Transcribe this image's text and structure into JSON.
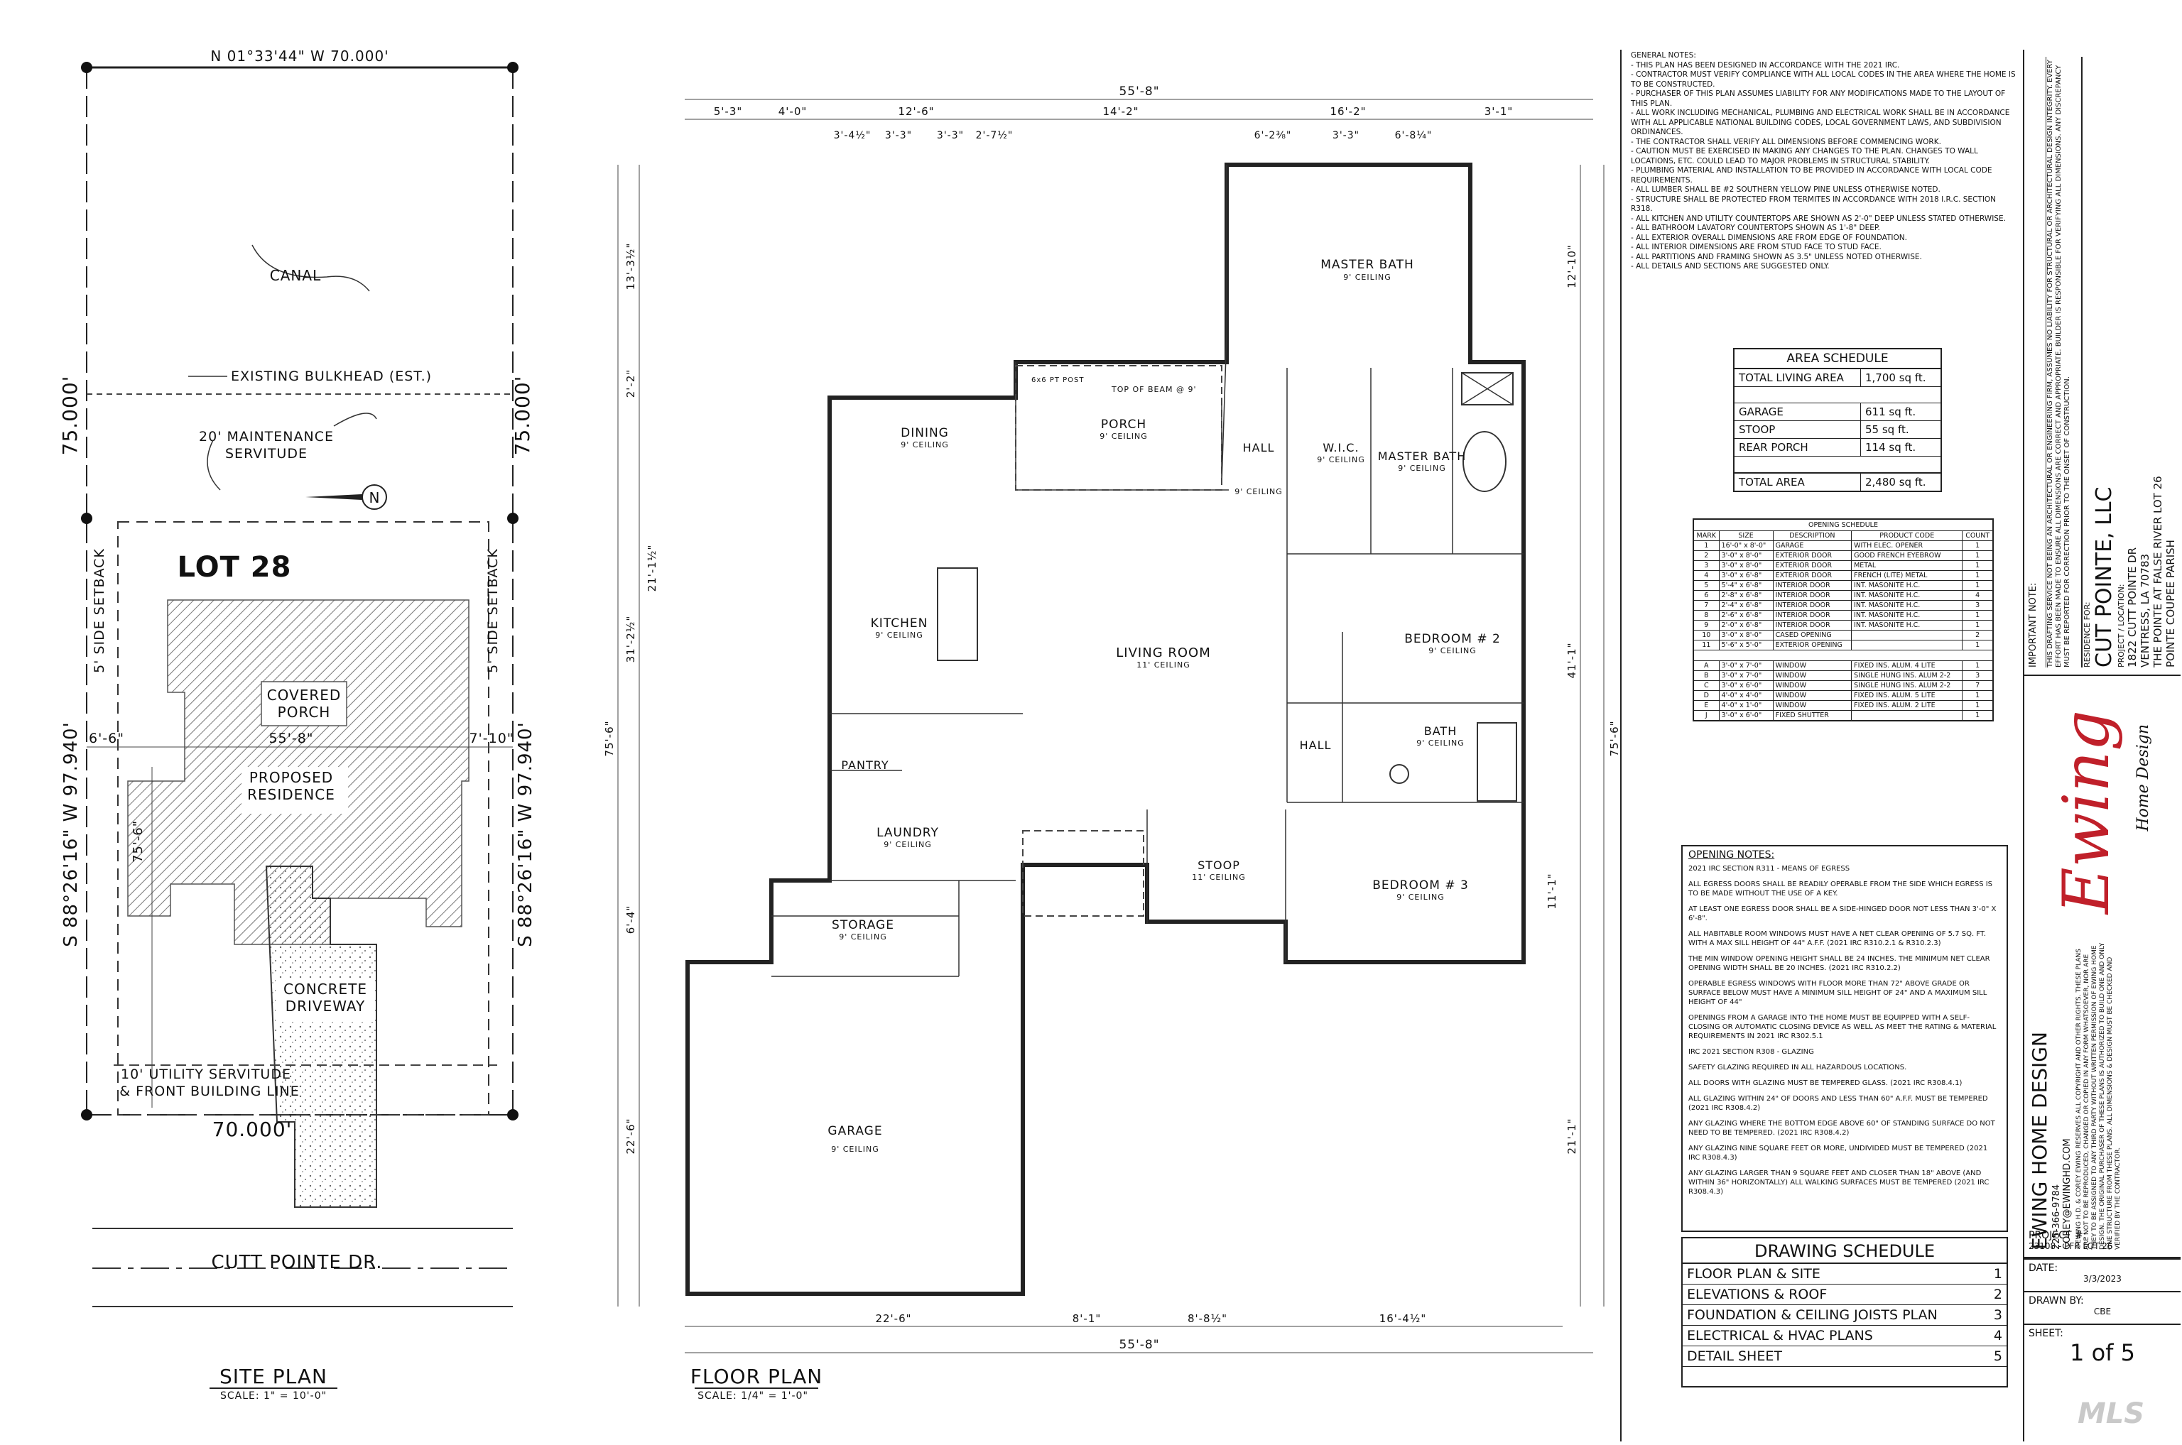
{
  "site": {
    "top_bearing": "N 01°33'44\" W 70.000'",
    "canal": "CANAL",
    "bulkhead": "EXISTING BULKHEAD (EST.)",
    "maintenance": [
      "20' MAINTENANCE",
      "SERVITUDE"
    ],
    "left_dim": "75.000'",
    "right_dim": "75.000'",
    "lot": "LOT 28",
    "side_setback_left": "5' SIDE SETBACK",
    "side_setback_right": "5' SIDE SETBACK",
    "left_bearing": "S 88°26'16\" W 97.940'",
    "right_bearing": "S 88°26'16\" W 97.940'",
    "covered_porch": [
      "COVERED",
      "PORCH"
    ],
    "proposed": [
      "PROPOSED",
      "RESIDENCE"
    ],
    "width": "55'-8\"",
    "offset_left": "6'-6\"",
    "offset_right": "7'-10\"",
    "depth": "75'-6\"",
    "driveway": [
      "CONCRETE",
      "DRIVEWAY"
    ],
    "utility": [
      "10' UTILITY SERVITUDE",
      "& FRONT BUILDING LINE"
    ],
    "bottom_dim": "70.000'",
    "street": "CUTT POINTE DR.",
    "title": "SITE PLAN",
    "scale": "SCALE: 1\" = 10'-0\""
  },
  "floor": {
    "overall_top": "55'-8\"",
    "top_dims": [
      "5'-3\"",
      "4'-0\"",
      "12'-6\"",
      "14'-2\"",
      "16'-2\"",
      "3'-1\""
    ],
    "top_sub_dims": [
      "3'-4½\"",
      "3'-3\"",
      "3'-3\"",
      "2'-7½\"",
      "6'-2⅜\"",
      "3'-3\"",
      "6'-8¼\""
    ],
    "left_dims": [
      "13'-3½\"",
      "2'-2\"",
      "21'-1½\"",
      "31'-2½\"",
      "75'-6\"",
      "6'-4\"",
      "22'-6\""
    ],
    "right_dims": [
      "12'-10\"",
      "75'-6\"",
      "41'-1\"",
      "21'-1\"",
      "11'-1\""
    ],
    "bottom_dims": [
      "22'-6\"",
      "8'-1\"",
      "8'-8½\"",
      "16'-4½\""
    ],
    "overall_bottom": "55'-8\"",
    "rooms": [
      {
        "name": "MASTER BATH",
        "ceil": "9' CEILING"
      },
      {
        "name": "PORCH",
        "ceil": "9' CEILING"
      },
      {
        "name": "DINING",
        "ceil": "9' CEILING"
      },
      {
        "name": "HALL",
        "ceil": "9' CEILING"
      },
      {
        "name": "W.I.C.",
        "ceil": "9' CEILING"
      },
      {
        "name": "MASTER BATH",
        "ceil": "9' CEILING"
      },
      {
        "name": "KITCHEN",
        "ceil": "9' CEILING"
      },
      {
        "name": "LIVING ROOM",
        "ceil": "11' CEILING"
      },
      {
        "name": "BEDROOM # 2",
        "ceil": "9' CEILING"
      },
      {
        "name": "PANTRY",
        "ceil": ""
      },
      {
        "name": "BATH",
        "ceil": "9' CEILING"
      },
      {
        "name": "HALL",
        "ceil": ""
      },
      {
        "name": "LAUNDRY",
        "ceil": "9' CEILING"
      },
      {
        "name": "STOOP",
        "ceil": "11' CEILING"
      },
      {
        "name": "BEDROOM # 3",
        "ceil": "9' CEILING"
      },
      {
        "name": "STORAGE",
        "ceil": "9' CEILING"
      },
      {
        "name": "GARAGE",
        "ceil": "9' CEILING"
      }
    ],
    "beam": "TOP OF BEAM @ 9'",
    "post": "6x6 PT POST",
    "title": "FLOOR PLAN",
    "scale": "SCALE: 1/4\" = 1'-0\""
  },
  "general_notes": {
    "heading": "GENERAL NOTES:",
    "lines": [
      "- THIS PLAN HAS BEEN DESIGNED IN ACCORDANCE WITH THE 2021 IRC.",
      "- CONTRACTOR MUST VERIFY COMPLIANCE WITH ALL LOCAL CODES IN THE AREA WHERE THE HOME IS TO BE CONSTRUCTED.",
      "- PURCHASER OF THIS PLAN ASSUMES LIABILITY FOR ANY MODIFICATIONS MADE TO THE LAYOUT OF THIS PLAN.",
      "- ALL WORK INCLUDING MECHANICAL, PLUMBING AND ELECTRICAL WORK SHALL BE IN ACCORDANCE WITH ALL APPLICABLE NATIONAL BUILDING CODES, LOCAL GOVERNMENT LAWS, AND SUBDIVISION ORDINANCES.",
      "- THE CONTRACTOR SHALL VERIFY ALL DIMENSIONS BEFORE COMMENCING WORK.",
      "- CAUTION MUST BE EXERCISED IN MAKING ANY CHANGES TO THE PLAN. CHANGES TO WALL LOCATIONS, ETC. COULD LEAD TO MAJOR PROBLEMS IN STRUCTURAL STABILITY.",
      "- PLUMBING MATERIAL AND INSTALLATION TO BE PROVIDED IN ACCORDANCE WITH LOCAL CODE REQUIREMENTS.",
      "- ALL LUMBER SHALL BE #2 SOUTHERN YELLOW PINE UNLESS OTHERWISE NOTED.",
      "- STRUCTURE SHALL BE PROTECTED FROM TERMITES IN ACCORDANCE WITH 2018 I.R.C. SECTION R318.",
      "- ALL KITCHEN AND UTILITY COUNTERTOPS ARE SHOWN AS 2'-0\" DEEP UNLESS STATED OTHERWISE.",
      "- ALL BATHROOM LAVATORY COUNTERTOPS SHOWN AS 1'-8\" DEEP.",
      "- ALL EXTERIOR OVERALL DIMENSIONS ARE FROM EDGE OF FOUNDATION.",
      "- ALL INTERIOR DIMENSIONS ARE FROM STUD FACE TO STUD FACE.",
      "- ALL PARTITIONS AND FRAMING SHOWN AS 3.5\" UNLESS NOTED OTHERWISE.",
      "- ALL DETAILS AND SECTIONS ARE SUGGESTED ONLY."
    ]
  },
  "area_schedule": {
    "title": "AREA SCHEDULE",
    "rows": [
      {
        "label": "TOTAL LIVING AREA",
        "value": "1,700 sq ft."
      },
      {
        "label": "GARAGE",
        "value": "611 sq ft."
      },
      {
        "label": "STOOP",
        "value": "55 sq ft."
      },
      {
        "label": "REAR PORCH",
        "value": "114 sq ft."
      },
      {
        "label": "TOTAL AREA",
        "value": "2,480 sq ft."
      }
    ]
  },
  "opening_schedule": {
    "title": "OPENING SCHEDULE",
    "headers": [
      "MARK",
      "SIZE",
      "DESCRIPTION",
      "PRODUCT CODE",
      "COUNT"
    ],
    "rows": [
      [
        "1",
        "16'-0\" x 8'-0\"",
        "GARAGE",
        "WITH ELEC. OPENER",
        "1"
      ],
      [
        "2",
        "3'-0\" x 8'-0\"",
        "EXTERIOR DOOR",
        "GOOD FRENCH EYEBROW",
        "1"
      ],
      [
        "3",
        "3'-0\" x 8'-0\"",
        "EXTERIOR DOOR",
        "METAL",
        "1"
      ],
      [
        "4",
        "3'-0\" x 6'-8\"",
        "EXTERIOR DOOR",
        "FRENCH (LITE) METAL",
        "1"
      ],
      [
        "5",
        "5'-4\" x 6'-8\"",
        "INTERIOR DOOR",
        "INT. MASONITE H.C.",
        "1"
      ],
      [
        "6",
        "2'-8\" x 6'-8\"",
        "INTERIOR DOOR",
        "INT. MASONITE H.C.",
        "4"
      ],
      [
        "7",
        "2'-4\" x 6'-8\"",
        "INTERIOR DOOR",
        "INT. MASONITE H.C.",
        "3"
      ],
      [
        "8",
        "2'-6\" x 6'-8\"",
        "INTERIOR DOOR",
        "INT. MASONITE H.C.",
        "1"
      ],
      [
        "9",
        "2'-0\" x 6'-8\"",
        "INTERIOR DOOR",
        "INT. MASONITE H.C.",
        "1"
      ],
      [
        "10",
        "3'-0\" x 8'-0\"",
        "CASED OPENING",
        "",
        "2"
      ],
      [
        "11",
        "5'-6\" x 5'-0\"",
        "EXTERIOR OPENING",
        "",
        "1"
      ],
      [
        "A",
        "3'-0\" x 7'-0\"",
        "WINDOW",
        "FIXED INS. ALUM. 4 LITE",
        "1"
      ],
      [
        "B",
        "3'-0\" x 7'-0\"",
        "WINDOW",
        "SINGLE HUNG INS. ALUM 2-2",
        "3"
      ],
      [
        "C",
        "3'-0\" x 6'-0\"",
        "WINDOW",
        "SINGLE HUNG INS. ALUM 2-2",
        "7"
      ],
      [
        "D",
        "4'-0\" x 4'-0\"",
        "WINDOW",
        "FIXED INS. ALUM. 5 LITE",
        "1"
      ],
      [
        "E",
        "4'-0\" x 1'-0\"",
        "WINDOW",
        "FIXED INS. ALUM. 2 LITE",
        "1"
      ],
      [
        "J",
        "3'-0\" x 6'-0\"",
        "FIXED SHUTTER",
        "",
        "1"
      ]
    ]
  },
  "opening_notes": {
    "heading": "OPENING NOTES:",
    "lines": [
      "2021 IRC SECTION R311 - MEANS OF EGRESS",
      "ALL EGRESS DOORS SHALL BE READILY OPERABLE FROM THE SIDE WHICH EGRESS IS TO BE MADE WITHOUT THE USE OF A KEY.",
      "AT LEAST ONE EGRESS DOOR SHALL BE A SIDE-HINGED DOOR NOT LESS THAN 3'-0\" X 6'-8\".",
      "ALL HABITABLE ROOM WINDOWS MUST HAVE A NET CLEAR OPENING OF 5.7 SQ. FT. WITH A MAX SILL HEIGHT OF 44\" A.F.F. (2021 IRC R310.2.1 & R310.2.3)",
      "THE MIN WINDOW OPENING HEIGHT SHALL BE 24 INCHES. THE MINIMUM NET CLEAR OPENING WIDTH SHALL BE 20 INCHES. (2021 IRC R310.2.2)",
      "OPERABLE EGRESS WINDOWS WITH FLOOR MORE THAN 72\" ABOVE GRADE OR SURFACE BELOW MUST HAVE A MINIMUM SILL HEIGHT OF 24\" AND A MAXIMUM SILL HEIGHT OF 44\"",
      "OPENINGS FROM A GARAGE INTO THE HOME MUST BE EQUIPPED WITH A SELF-CLOSING OR AUTOMATIC CLOSING DEVICE AS WELL AS MEET THE RATING & MATERIAL REQUIREMENTS IN 2021 IRC R302.5.1",
      "IRC 2021 SECTION R308 - GLAZING",
      "SAFETY GLAZING REQUIRED IN ALL HAZARDOUS LOCATIONS.",
      "ALL DOORS WITH GLAZING MUST BE TEMPERED GLASS. (2021 IRC R308.4.1)",
      "ALL GLAZING WITHIN 24\" OF DOORS AND LESS THAN 60\" A.F.F. MUST BE TEMPERED (2021 IRC R308.4.2)",
      "ANY GLAZING WHERE THE BOTTOM EDGE ABOVE 60\" OF STANDING SURFACE DO NOT NEED TO BE TEMPERED. (2021 IRC R308.4.2)",
      "ANY GLAZING NINE SQUARE FEET OR MORE, UNDIVIDED MUST BE TEMPERED (2021 IRC R308.4.3)",
      "ANY GLAZING LARGER THAN 9 SQUARE FEET AND CLOSER THAN 18\" ABOVE (AND WITHIN 36\" HORIZONTALLY) ALL WALKING SURFACES MUST BE TEMPERED (2021 IRC R308.4.3)"
    ]
  },
  "drawing_schedule": {
    "title": "DRAWING SCHEDULE",
    "rows": [
      {
        "label": "FLOOR PLAN & SITE",
        "num": "1"
      },
      {
        "label": "ELEVATIONS & ROOF",
        "num": "2"
      },
      {
        "label": "FOUNDATION & CEILING JOISTS PLAN",
        "num": "3"
      },
      {
        "label": "ELECTRICAL & HVAC PLANS",
        "num": "4"
      },
      {
        "label": "DETAIL SHEET",
        "num": "5"
      }
    ]
  },
  "title_block": {
    "important_note_title": "IMPORTANT NOTE:",
    "important_note": "THIS DRAFTING SERVICE NOT BEING AN ARCHITECTURAL OR ENGINEERING FIRM, ASSUMES NO LIABILITY FOR STRUCTURAL OR ARCHITECTURAL DESIGN INTEGRITY. EVERY EFFORT HAS BEEN MADE TO ENSURE ALL DIMENSIONS ARE CORRECT AND APPROPRIATE. BUILDER IS RESPONSIBLE FOR VERIFYING ALL DIMENSIONS. ANY DISCREPANCY MUST BE REPORTED FOR CORRECTION PRIOR TO THE ONSET OF CONSTRUCTION.",
    "residence_for": "RESIDENCE FOR:",
    "client": "CUT POINTE, LLC",
    "project_location": "PROJECT / LOCATION:",
    "address": [
      "1822 CUTT POINTE DR",
      "VENTRESS, LA 70783",
      "THE POINTE AT FALSE RIVER LOT 26",
      "POINTE COUPEE PARISH"
    ],
    "designer": "EWING HOME DESIGN",
    "phone": "225-366-9784",
    "email": "COREY@EWINGHD.COM",
    "copyright": "©EWING H.D. & COREY EWING RESERVES ALL COPYRIGHT AND OTHER RIGHTS. THESE PLANS ARE NOT TO BE REPRODUCED, CHANGED OR COPIED IN ANY FORM WHATSOEVER, NOR ARE THEY TO BE ASSIGNED TO ANY THIRD PARTY WITHOUT WRITTEN PERMISSION OF EWING HOME DESIGN. THE ORIGINAL PURCHASER OF THESE PLANS IS AUTHORIZED TO BUILD ONE AND ONLY ONE STRUCTURE FROM THESE PLANS. ALL DIMENSIONS & DESIGN MUST BE CHECKED AND VERIFIED BY THE CONTRACTOR.",
    "logo_script": "Ewing",
    "logo_sub": "Home Design",
    "project_label": "PROJECT #:",
    "project_value": "23108 - PFR LOT 26",
    "date_label": "DATE:",
    "date_value": "3/3/2023",
    "drawn_label": "DRAWN BY:",
    "drawn_value": "CBE",
    "sheet_label": "SHEET:",
    "sheet_value": "1 of 5"
  },
  "watermark": "MLS"
}
